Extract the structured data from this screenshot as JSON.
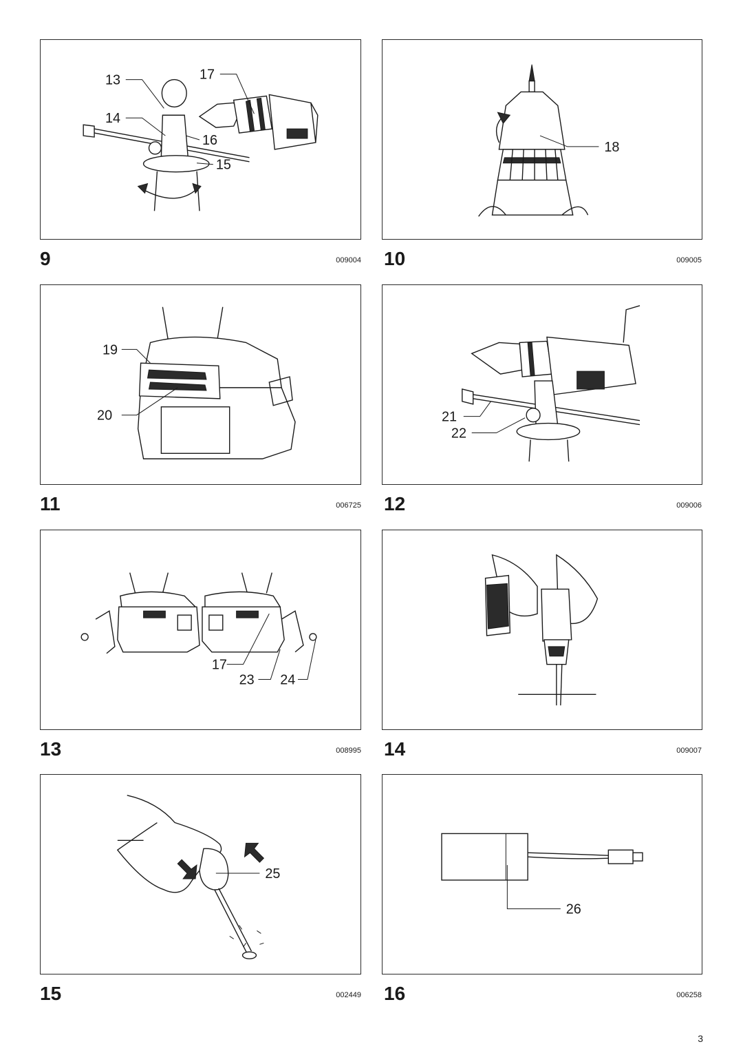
{
  "page": {
    "number": "3"
  },
  "figures": [
    {
      "number": "9",
      "code": "009004",
      "callouts": [
        "13",
        "17",
        "14",
        "16",
        "15"
      ],
      "icons": [
        "side-handle-icon",
        "depth-rod-icon",
        "drill-icon",
        "rotate-arrow-icon"
      ]
    },
    {
      "number": "10",
      "code": "009005",
      "callouts": [
        "18"
      ],
      "icons": [
        "chuck-sleeve-icon",
        "screwdriver-bit-icon",
        "rotate-arrow-icon"
      ]
    },
    {
      "number": "11",
      "code": "006725",
      "callouts": [
        "19",
        "20"
      ],
      "icons": [
        "battery-cartridge-icon"
      ]
    },
    {
      "number": "12",
      "code": "009006",
      "callouts": [
        "21",
        "22"
      ],
      "icons": [
        "drill-icon",
        "depth-rod-icon",
        "side-handle-icon"
      ]
    },
    {
      "number": "13",
      "code": "008995",
      "callouts": [
        "17",
        "23",
        "24"
      ],
      "icons": [
        "battery-cartridge-icon",
        "hook-icon",
        "screw-icon"
      ]
    },
    {
      "number": "14",
      "code": "009007",
      "callouts": [],
      "icons": [
        "hands-holding-drill-icon",
        "drill-bit-icon"
      ]
    },
    {
      "number": "15",
      "code": "002449",
      "callouts": [
        "25"
      ],
      "icons": [
        "hand-blow-out-bulb-icon",
        "press-arrow-icon"
      ]
    },
    {
      "number": "16",
      "code": "006258",
      "callouts": [
        "26"
      ],
      "icons": [
        "charger-adapter-icon",
        "plug-icon"
      ]
    }
  ]
}
